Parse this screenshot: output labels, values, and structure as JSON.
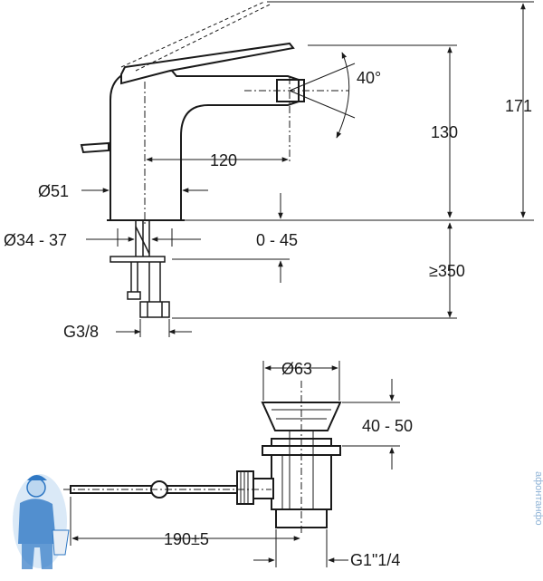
{
  "drawing": {
    "angle_label": "40°",
    "total_height_label": "171",
    "spout_height_label": "130",
    "spout_reach_label": "120",
    "body_diameter_label": "Ø51",
    "hole_diameter_label": "Ø34 - 37",
    "deck_thickness_label": "0 - 45",
    "hose_length_label": "≥350",
    "connection_label": "G3/8",
    "waste_diameter_label": "Ø63",
    "waste_height_label": "40 - 50",
    "rod_length_label": "190±5",
    "waste_thread_label": "G1\"1/4",
    "watermark": "aфонтанфo",
    "colors": {
      "line": "#1a1a1a",
      "mascot_blue": "#2f78c4",
      "mascot_light": "#bcd7f0"
    }
  }
}
